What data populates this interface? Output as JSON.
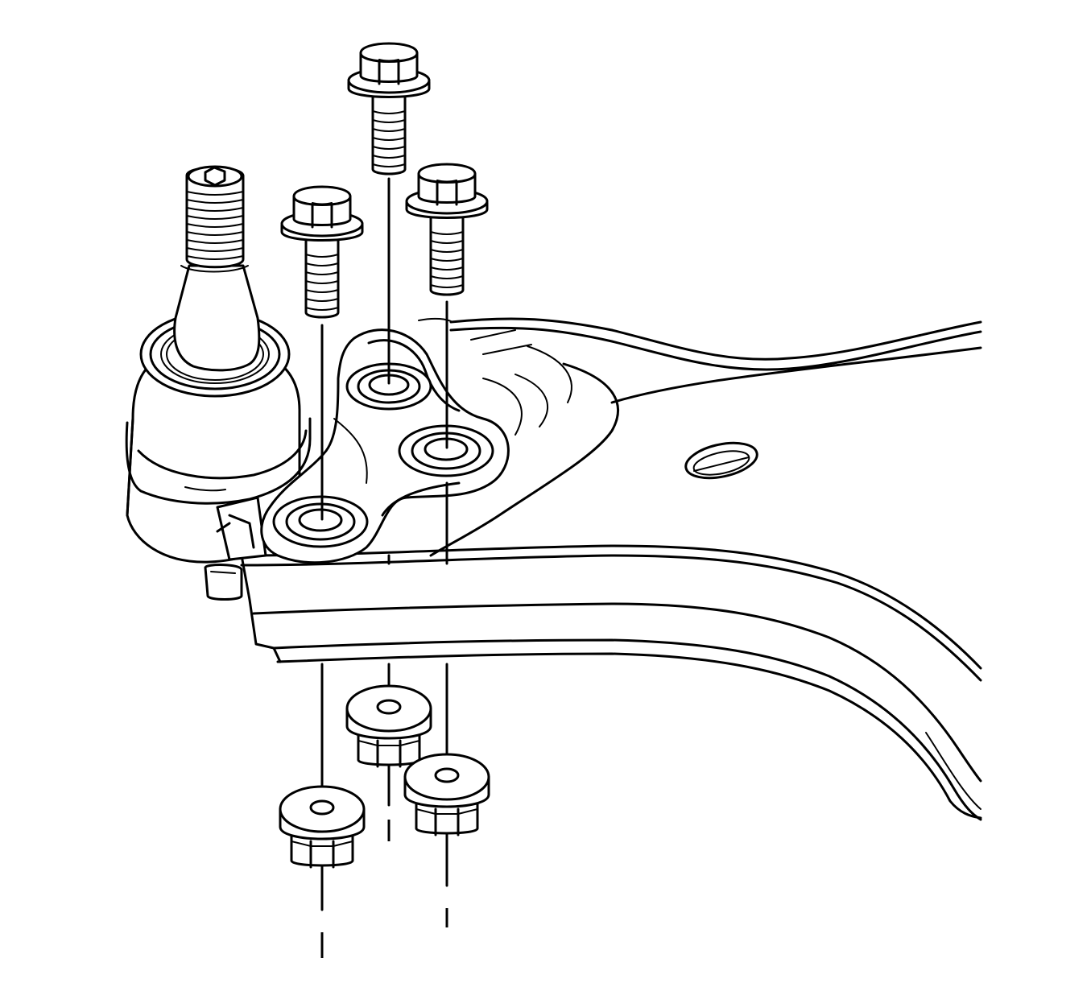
{
  "figure": {
    "background": "#ffffff",
    "line_color": "#000000",
    "components": [
      {
        "name": "control-arm",
        "icon": "control-arm-icon"
      },
      {
        "name": "ball-joint",
        "icon": "ball-joint-icon"
      },
      {
        "name": "bolts",
        "count": 3,
        "icon": "bolt-icon"
      },
      {
        "name": "nuts",
        "count": 3,
        "icon": "nut-icon"
      }
    ]
  }
}
